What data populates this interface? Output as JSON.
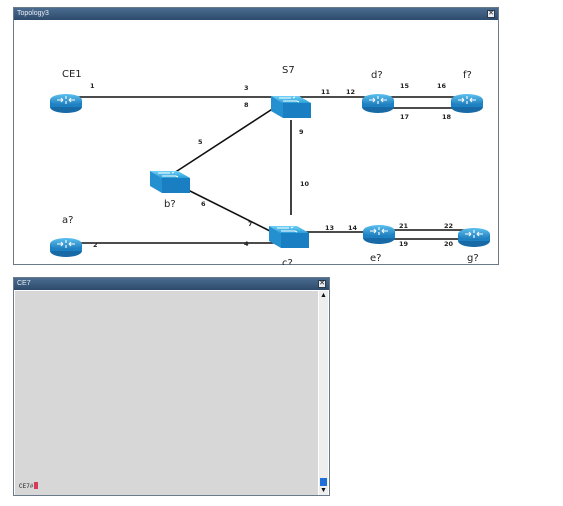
{
  "topology_window": {
    "title": "Topology3",
    "close_glyph": "✕"
  },
  "nodes": [
    {
      "id": "CE1",
      "label": "CE1",
      "kind": "router"
    },
    {
      "id": "S7",
      "label": "S7",
      "kind": "switch"
    },
    {
      "id": "d",
      "label": "d?",
      "kind": "router"
    },
    {
      "id": "f",
      "label": "f?",
      "kind": "router"
    },
    {
      "id": "b",
      "label": "b?",
      "kind": "switch"
    },
    {
      "id": "a",
      "label": "a?",
      "kind": "router"
    },
    {
      "id": "c",
      "label": "c?",
      "kind": "switch"
    },
    {
      "id": "e",
      "label": "e?",
      "kind": "router"
    },
    {
      "id": "g",
      "label": "g?",
      "kind": "router"
    }
  ],
  "ports": [
    "1",
    "3",
    "8",
    "11",
    "12",
    "15",
    "16",
    "17",
    "18",
    "5",
    "9",
    "6",
    "10",
    "7",
    "13",
    "14",
    "21",
    "22",
    "2",
    "4",
    "19",
    "20"
  ],
  "ce7_window": {
    "title": "CE7",
    "close_glyph": "✕",
    "prompt": "CE7#"
  },
  "scrollbar": {
    "up": "▲",
    "down": "▼"
  },
  "colors": {
    "titlebar": "#2f4f73",
    "device": "#2a8fd0",
    "console_bg": "#d7d7d7",
    "cursor": "#d63a5a",
    "scroll_thumb": "#1f6fd6"
  }
}
